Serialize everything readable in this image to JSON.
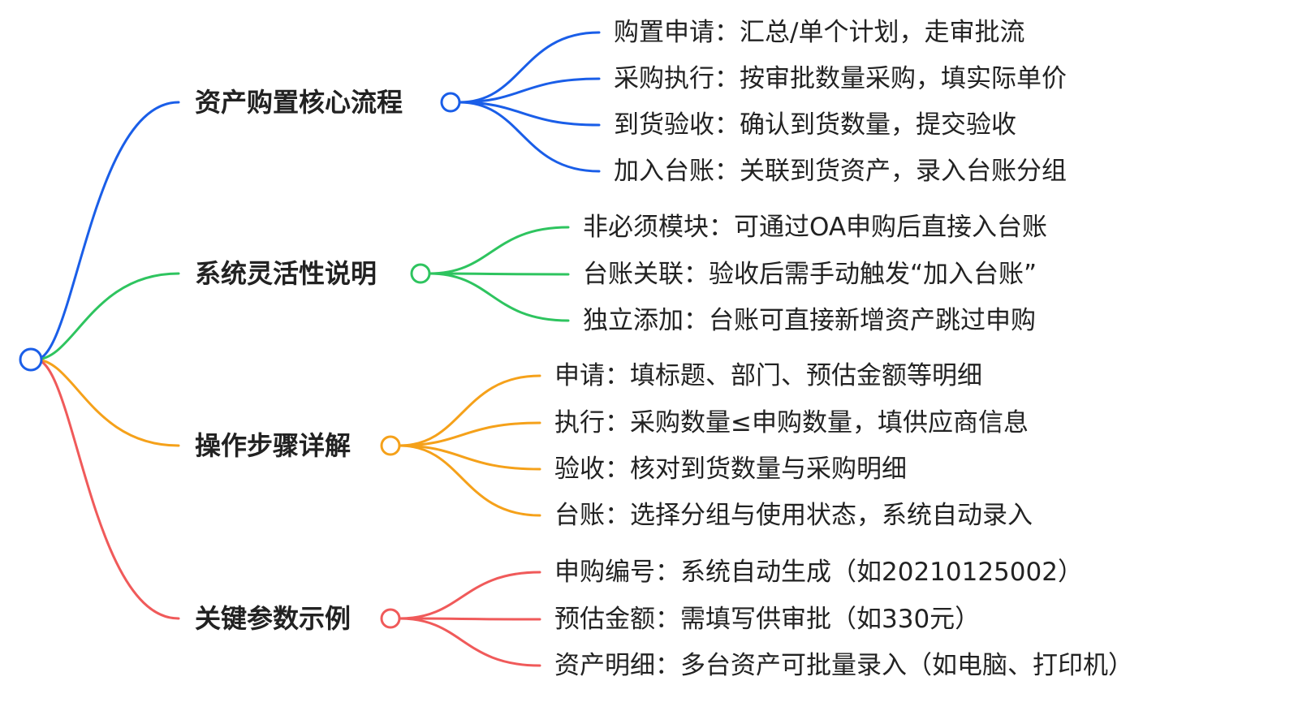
{
  "root": {
    "color": "#1a5ee8"
  },
  "branches": [
    {
      "label": "资产购置核心流程",
      "color": "#1a5ee8",
      "leaves": [
        "购置申请：汇总/单个计划，走审批流",
        "采购执行：按审批数量采购，填实际单价",
        "到货验收：确认到货数量，提交验收",
        "加入台账：关联到货资产，录入台账分组"
      ]
    },
    {
      "label": "系统灵活性说明",
      "color": "#2ec45f",
      "leaves": [
        "非必须模块：可通过OA申购后直接入台账",
        "台账关联：验收后需手动触发“加入台账”",
        "独立添加：台账可直接新增资产跳过申购"
      ]
    },
    {
      "label": "操作步骤详解",
      "color": "#f5a11a",
      "leaves": [
        "申请：填标题、部门、预估金额等明细",
        "执行：采购数量≤申购数量，填供应商信息",
        "验收：核对到货数量与采购明细",
        "台账：选择分组与使用状态，系统自动录入"
      ]
    },
    {
      "label": "关键参数示例",
      "color": "#f05a5a",
      "leaves": [
        "申购编号：系统自动生成（如20210125002）",
        "预估金额：需填写供审批（如330元）",
        "资产明细：多台资产可批量录入（如电脑、打印机）"
      ]
    }
  ]
}
